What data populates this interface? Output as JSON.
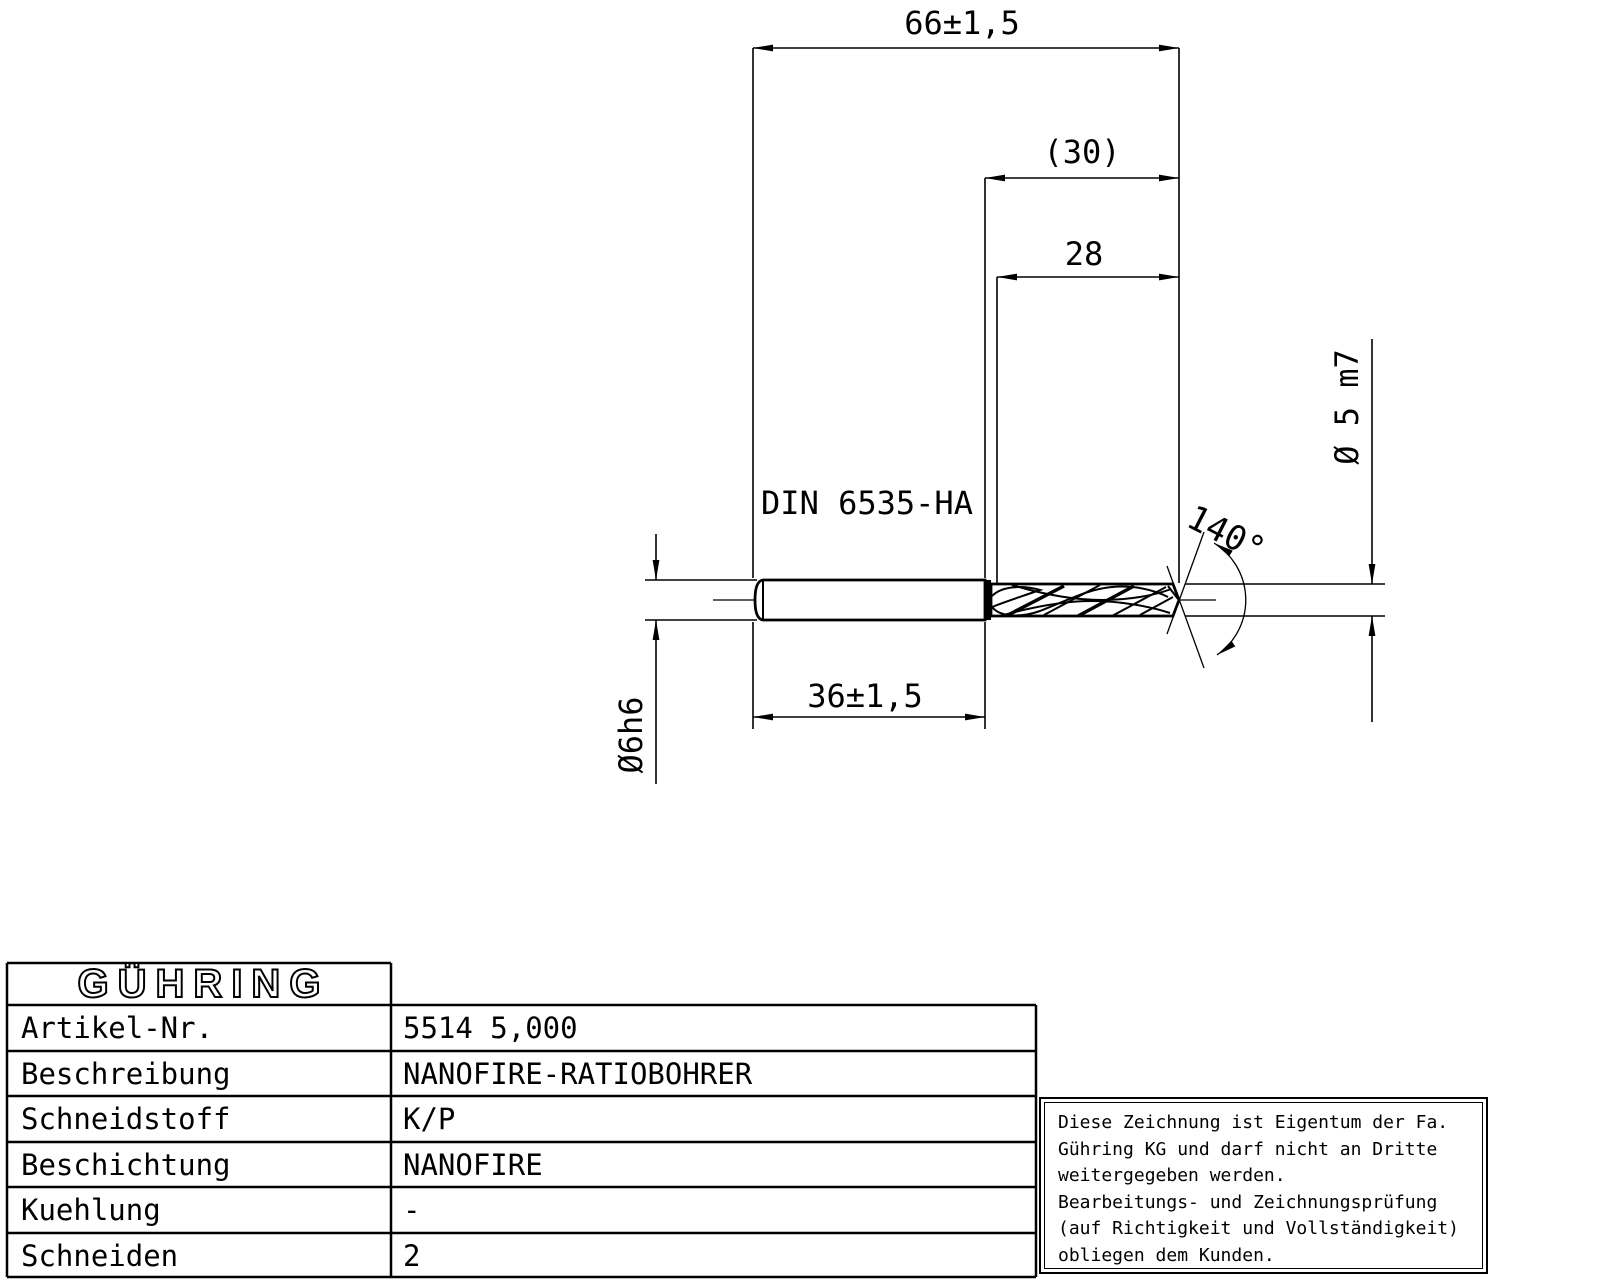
{
  "drawing": {
    "dim_overall_length": "66±1,5",
    "dim_flute_length_ref": "(30)",
    "dim_flute_length": "28",
    "dim_shank_length": "36±1,5",
    "shank_norm": "DIN 6535-HA",
    "dim_shank_diameter": "Ø6h6",
    "dim_drill_diameter": "Ø 5 m7",
    "dim_point_angle": "140°"
  },
  "table": {
    "logo": "GÜHRING",
    "rows": [
      {
        "label": "Artikel-Nr.",
        "value": "5514 5,000"
      },
      {
        "label": "Beschreibung",
        "value": "NANOFIRE-RATIOBOHRER"
      },
      {
        "label": "Schneidstoff",
        "value": "K/P"
      },
      {
        "label": "Beschichtung",
        "value": "NANOFIRE"
      },
      {
        "label": "Kuehlung",
        "value": "-"
      },
      {
        "label": "Schneiden",
        "value": "2"
      }
    ]
  },
  "disclaimer": {
    "lines": [
      "Diese Zeichnung ist Eigentum der Fa.",
      "Gühring KG und darf nicht an Dritte",
      "weitergegeben werden.",
      "Bearbeitungs- und Zeichnungsprüfung",
      "(auf Richtigkeit und Vollständigkeit)",
      "obliegen dem Kunden."
    ]
  },
  "colors": {
    "line": "#000000",
    "background": "#ffffff"
  }
}
